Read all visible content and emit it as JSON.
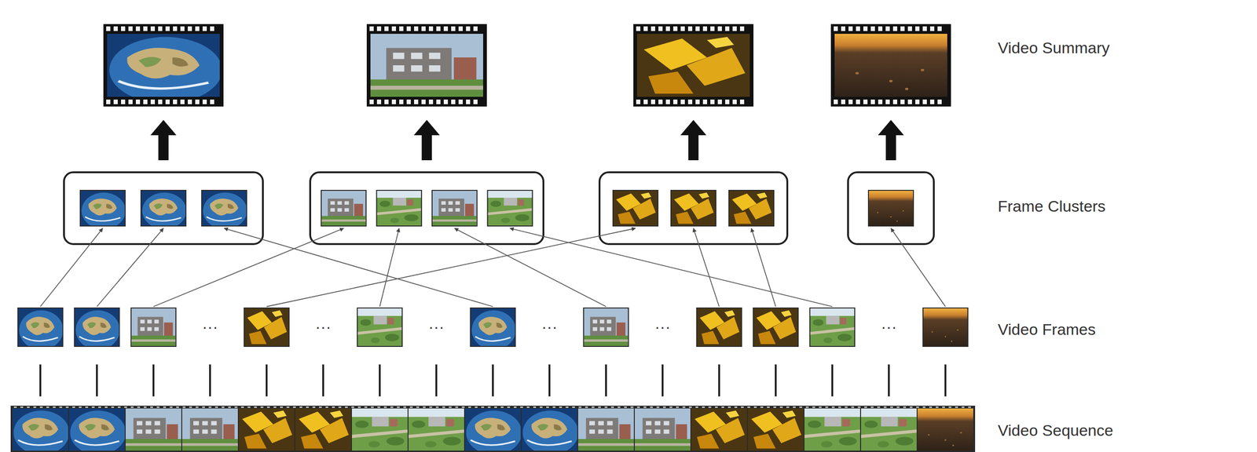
{
  "diagram": {
    "labels": [
      "Video Summary",
      "Frame Clusters",
      "···",
      "···",
      "···",
      "···",
      "···",
      "···",
      "Video Frames",
      "Video Sequence"
    ]
  }
}
